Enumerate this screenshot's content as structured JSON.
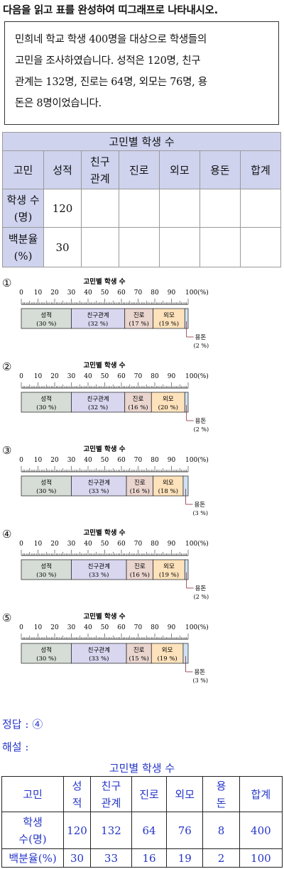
{
  "question": {
    "title": "다음을 읽고 표를 완성하여 띠그래프로 나타내시오.",
    "box_lines": [
      "민희네 학교 학생 400명을 대상으로 학생들의",
      "고민을 조사하였습니다. 성적은 120명, 친구",
      "관계는 132명, 진로는 64명, 외모는 76명, 용",
      "돈은 8명이었습니다."
    ]
  },
  "table1": {
    "title": "고민별 학생 수",
    "header": [
      "고민",
      "성적",
      "친구\n관계",
      "진로",
      "외모",
      "용돈",
      "합계"
    ],
    "row1_label": "학생 수\n(명)",
    "row1": [
      "120",
      "",
      "",
      "",
      "",
      ""
    ],
    "row2_label": "백분율\n(%)",
    "row2": [
      "30",
      "",
      "",
      "",
      "",
      ""
    ]
  },
  "graph_common": {
    "title": "고민별 학생 수",
    "ticks": [
      "0",
      "10",
      "20",
      "30",
      "40",
      "50",
      "60",
      "70",
      "80",
      "90",
      "100(%)"
    ],
    "bar_colors": [
      "#d6ddd6",
      "#d9d7ef",
      "#ead5cf",
      "#fde2bb",
      "#cfe2f3"
    ]
  },
  "options": [
    {
      "number": "①",
      "segments": [
        {
          "label": "성적",
          "pct_label": "(30 %)",
          "value": 30
        },
        {
          "label": "친구관계",
          "pct_label": "(32 %)",
          "value": 32
        },
        {
          "label": "진로",
          "pct_label": "(17 %)",
          "value": 17
        },
        {
          "label": "외모",
          "pct_label": "(19 %)",
          "value": 19
        },
        {
          "label": "용돈",
          "pct_label": "(2 %)",
          "value": 2
        }
      ]
    },
    {
      "number": "②",
      "segments": [
        {
          "label": "성적",
          "pct_label": "(30 %)",
          "value": 30
        },
        {
          "label": "친구관계",
          "pct_label": "(32 %)",
          "value": 32
        },
        {
          "label": "진로",
          "pct_label": "(16 %)",
          "value": 16
        },
        {
          "label": "외모",
          "pct_label": "(20 %)",
          "value": 20
        },
        {
          "label": "용돈",
          "pct_label": "(2 %)",
          "value": 2
        }
      ]
    },
    {
      "number": "③",
      "segments": [
        {
          "label": "성적",
          "pct_label": "(30 %)",
          "value": 30
        },
        {
          "label": "친구관계",
          "pct_label": "(33 %)",
          "value": 33
        },
        {
          "label": "진로",
          "pct_label": "(16 %)",
          "value": 16
        },
        {
          "label": "외모",
          "pct_label": "(18 %)",
          "value": 18
        },
        {
          "label": "용돈",
          "pct_label": "(3 %)",
          "value": 3
        }
      ]
    },
    {
      "number": "④",
      "segments": [
        {
          "label": "성적",
          "pct_label": "(30 %)",
          "value": 30
        },
        {
          "label": "친구관계",
          "pct_label": "(33 %)",
          "value": 33
        },
        {
          "label": "진로",
          "pct_label": "(16 %)",
          "value": 16
        },
        {
          "label": "외모",
          "pct_label": "(19 %)",
          "value": 19
        },
        {
          "label": "용돈",
          "pct_label": "(2 %)",
          "value": 2
        }
      ]
    },
    {
      "number": "⑤",
      "segments": [
        {
          "label": "성적",
          "pct_label": "(30 %)",
          "value": 30
        },
        {
          "label": "친구관계",
          "pct_label": "(33 %)",
          "value": 33
        },
        {
          "label": "진로",
          "pct_label": "(15 %)",
          "value": 15
        },
        {
          "label": "외모",
          "pct_label": "(19 %)",
          "value": 19
        },
        {
          "label": "용돈",
          "pct_label": "(3 %)",
          "value": 3
        }
      ]
    }
  ],
  "answer": {
    "text": "정답 : ④",
    "explanation_label": "해설 :"
  },
  "table2": {
    "title": "고민별 학생 수",
    "header": [
      "고민",
      "성\n적",
      "친구\n관계",
      "진로",
      "외모",
      "용\n돈",
      "합계"
    ],
    "row1_label": "학생\n수(명)",
    "row1": [
      "120",
      "132",
      "64",
      "76",
      "8",
      "400"
    ],
    "row2_label": "백분율(%)",
    "row2": [
      "30",
      "33",
      "16",
      "19",
      "2",
      "100"
    ]
  },
  "chart_data": [
    {
      "type": "bar",
      "title": "고민별 학생 수",
      "categories": [
        "성적",
        "친구관계",
        "진로",
        "외모",
        "용돈"
      ],
      "values": [
        30,
        32,
        17,
        19,
        2
      ],
      "xlim": [
        0,
        100
      ]
    },
    {
      "type": "bar",
      "title": "고민별 학생 수",
      "categories": [
        "성적",
        "친구관계",
        "진로",
        "외모",
        "용돈"
      ],
      "values": [
        30,
        32,
        16,
        20,
        2
      ],
      "xlim": [
        0,
        100
      ]
    },
    {
      "type": "bar",
      "title": "고민별 학생 수",
      "categories": [
        "성적",
        "친구관계",
        "진로",
        "외모",
        "용돈"
      ],
      "values": [
        30,
        33,
        16,
        18,
        3
      ],
      "xlim": [
        0,
        100
      ]
    },
    {
      "type": "bar",
      "title": "고민별 학생 수",
      "categories": [
        "성적",
        "친구관계",
        "진로",
        "외모",
        "용돈"
      ],
      "values": [
        30,
        33,
        16,
        19,
        2
      ],
      "xlim": [
        0,
        100
      ]
    },
    {
      "type": "bar",
      "title": "고민별 학생 수",
      "categories": [
        "성적",
        "친구관계",
        "진로",
        "외모",
        "용돈"
      ],
      "values": [
        30,
        33,
        15,
        19,
        3
      ],
      "xlim": [
        0,
        100
      ]
    }
  ]
}
